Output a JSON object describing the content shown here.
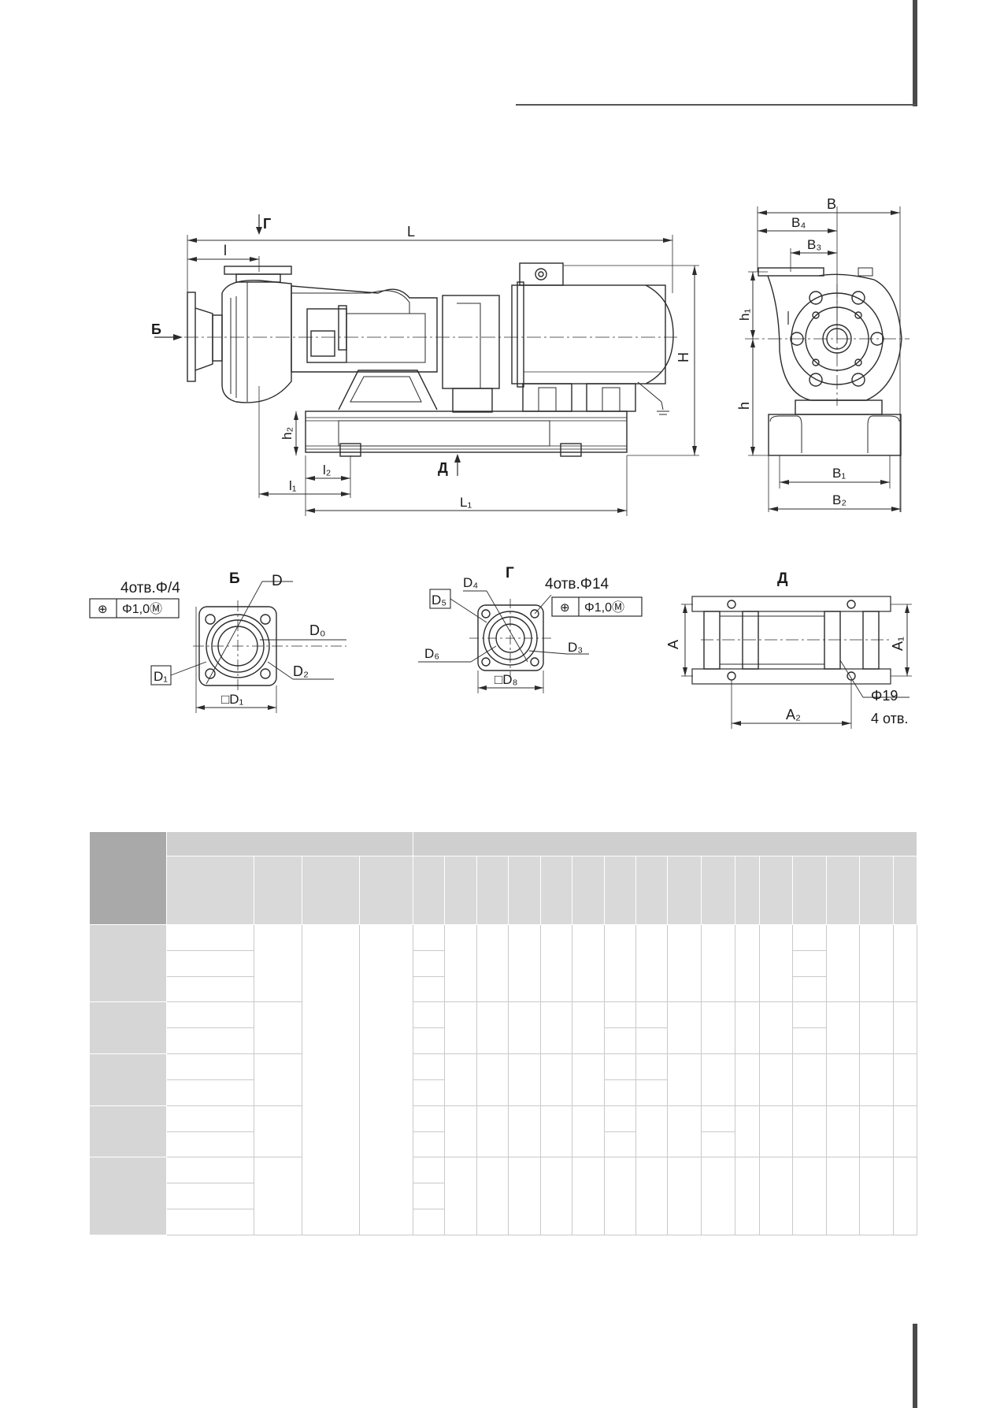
{
  "views": {
    "side": {
      "labels": {
        "L": "L",
        "l": "l",
        "G": "Г",
        "B_arrow": "Б",
        "H": "H",
        "h2": "h₂",
        "l2": "l₂",
        "l1": "l₁",
        "L1": "L₁",
        "D_arrow": "Д"
      }
    },
    "front": {
      "labels": {
        "B": "B",
        "B4": "B₄",
        "B3": "B₃",
        "h1": "h₁",
        "h": "h",
        "B1": "B₁",
        "B2": "B₂"
      }
    },
    "flange_b": {
      "title": "Б",
      "holes": "4отв.Φ/4",
      "tolerance_symbol": "⊕",
      "tolerance_value": "Φ1,0Ⓜ",
      "labels": {
        "D": "D",
        "D0": "D₀",
        "D1_box": "D₁",
        "D2": "D₂",
        "sqD1": "□D₁"
      }
    },
    "flange_g": {
      "title": "Г",
      "holes": "4отв.Φ14",
      "tolerance_symbol": "⊕",
      "tolerance_value": "Φ1,0Ⓜ",
      "labels": {
        "D4": "D₄",
        "D5_box": "D₅",
        "D6": "D₆",
        "D3": "D₃",
        "sqD8": "□D₈"
      }
    },
    "base_d": {
      "title": "Д",
      "labels": {
        "A": "A",
        "A1": "A₁",
        "A2": "A₂",
        "hole_dia": "Φ19",
        "hole_count": "4 отв."
      }
    }
  },
  "colors": {
    "line": "#2b2b2b",
    "table_header": "#cfcfcf",
    "table_corner": "#a9a9a9",
    "table_model": "#d6d6d6",
    "page_rule": "#4a4a4a"
  }
}
